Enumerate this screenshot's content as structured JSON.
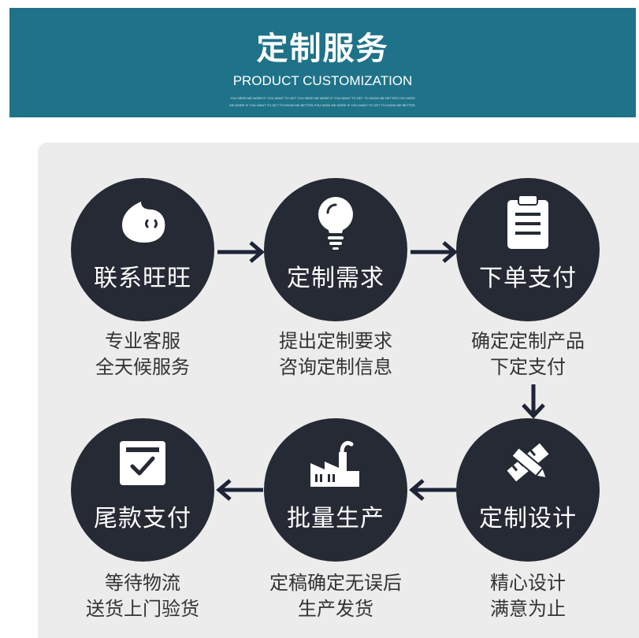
{
  "header": {
    "title": "定制服务",
    "subtitle": "PRODUCT CUSTOMIZATION",
    "tagline_1": "YOU NEED ME MORE IF YOU WANT TO GET YOU NEED ME MORE IF YOU WANT TO GET TO KNOW ME BETTER,YOU NEED",
    "tagline_2": "ME MORE IF YOU WANT TO GET TO KNOW ME BETTER,YOU NEED ME MORE IF YOU WANT TO GET TO KNOW ME BETTER."
  },
  "steps": [
    {
      "label": "联系旺旺",
      "icon": "chat-bubble-icon",
      "desc_1": "专业客服",
      "desc_2": "全天候服务"
    },
    {
      "label": "定制需求",
      "icon": "lightbulb-icon",
      "desc_1": "提出定制要求",
      "desc_2": "咨询定制信息"
    },
    {
      "label": "下单支付",
      "icon": "clipboard-icon",
      "desc_1": "确定定制产品",
      "desc_2": "下定支付"
    },
    {
      "label": "定制设计",
      "icon": "pencil-ruler-icon",
      "desc_1": "精心设计",
      "desc_2": "满意为止"
    },
    {
      "label": "批量生产",
      "icon": "factory-icon",
      "desc_1": "定稿确定无误后",
      "desc_2": "生产发货"
    },
    {
      "label": "尾款支付",
      "icon": "checkbox-icon",
      "desc_1": "等待物流",
      "desc_2": "送货上门验货"
    }
  ],
  "colors": {
    "banner": "#1f7389",
    "circle": "#262a34",
    "arrow": "#1e2436",
    "panel": "#ececec"
  }
}
